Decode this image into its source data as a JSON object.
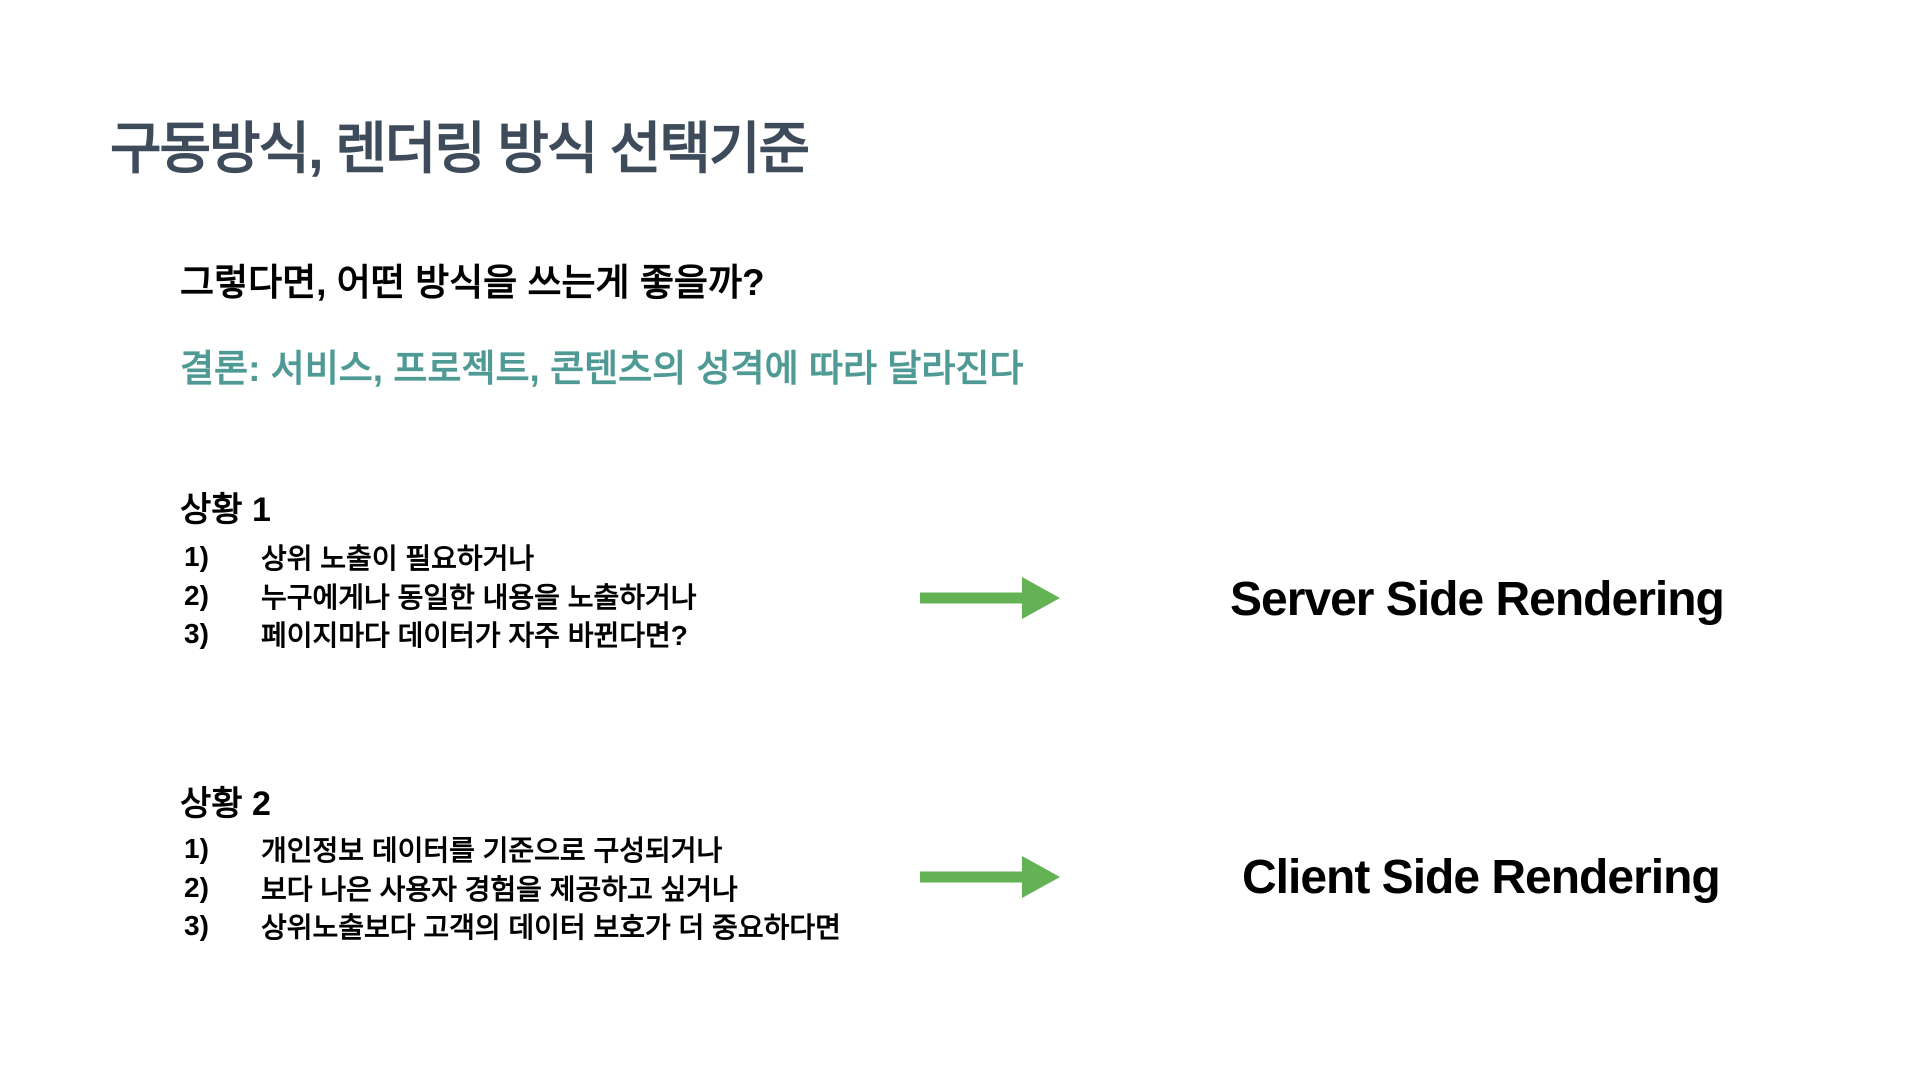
{
  "slide": {
    "title": "구동방식, 렌더링 방식 선택기준",
    "question": "그렇다면, 어떤 방식을 쓰는게 좋을까?",
    "conclusion": "결론: 서비스, 프로젝트, 콘텐츠의 성격에 따라 달라진다",
    "sections": [
      {
        "heading": "상황 1",
        "items": [
          {
            "num": "1)",
            "text": "상위 노출이 필요하거나"
          },
          {
            "num": "2)",
            "text": "누구에게나 동일한 내용을 노출하거나"
          },
          {
            "num": "3)",
            "text": "페이지마다 데이터가 자주 바뀐다면?"
          }
        ],
        "result": "Server Side Rendering"
      },
      {
        "heading": "상황 2",
        "items": [
          {
            "num": "1)",
            "text": "개인정보 데이터를 기준으로 구성되거나"
          },
          {
            "num": "2)",
            "text": "보다 나은 사용자 경험을 제공하고 싶거나"
          },
          {
            "num": "3)",
            "text": "상위노출보다 고객의 데이터 보호가 더 중요하다면"
          }
        ],
        "result": "Client Side Rendering"
      }
    ],
    "icons": {
      "result_arrow": "right-arrow"
    },
    "colors": {
      "title": "#3e4b5b",
      "conclusion": "#4f9a94",
      "arrow": "#63b254",
      "text": "#000000",
      "background": "#ffffff"
    }
  }
}
